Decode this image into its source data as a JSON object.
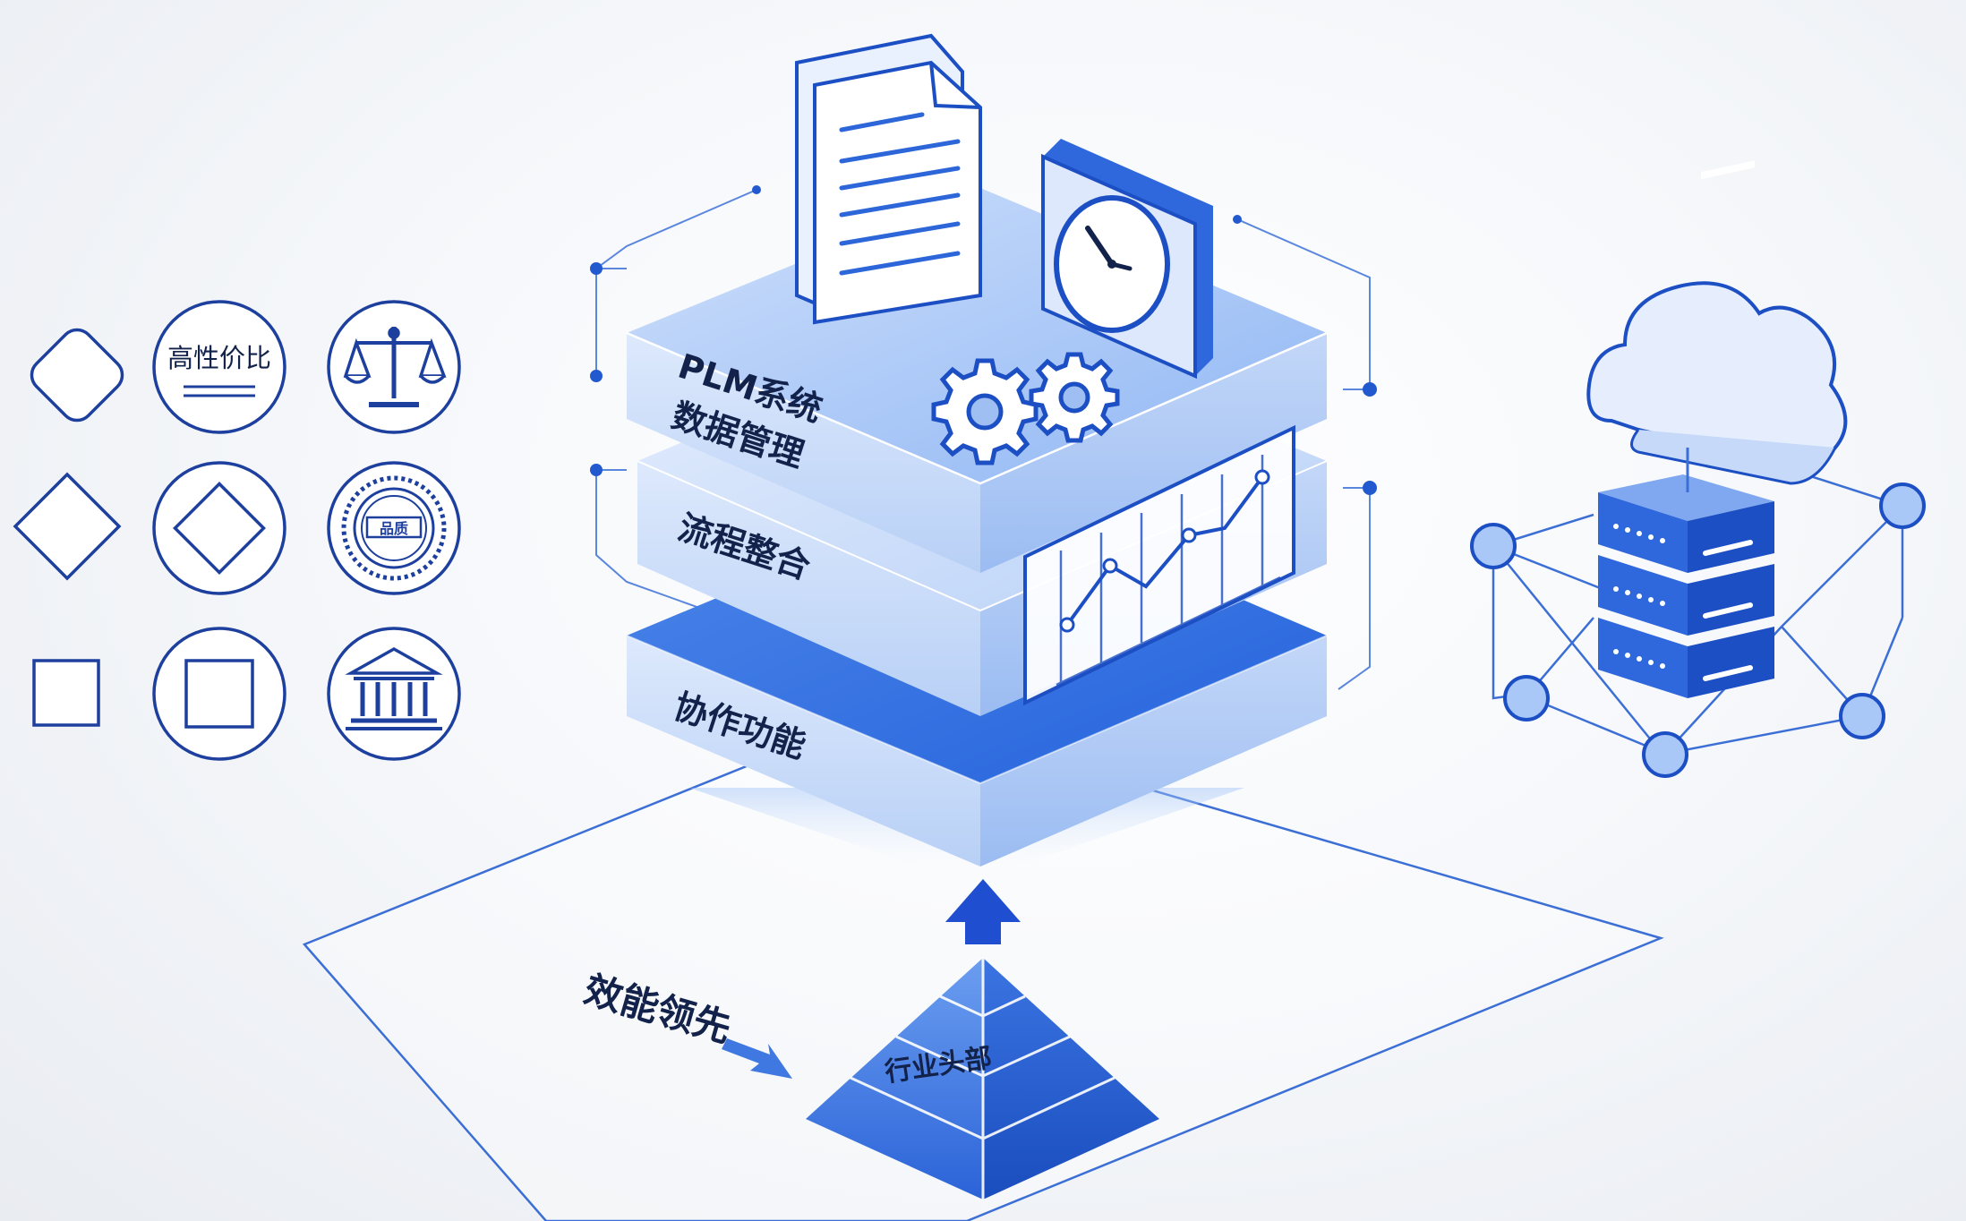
{
  "layers": {
    "top_title": "PLM系统",
    "top_subtitle": "数据管理",
    "middle": "流程整合",
    "bottom": "协作功能"
  },
  "left_icons": {
    "price_badge": "高性价比",
    "seal_text": "品质"
  },
  "pyramid": {
    "label": "行业头部",
    "arrow_label": "效能领先"
  },
  "icons": [
    "diamond-rounded-icon",
    "price-badge-icon",
    "scale-justice-icon",
    "diamond-icon",
    "diamond-circle-icon",
    "seal-icon",
    "square-icon",
    "square-circle-icon",
    "institution-icon",
    "document-icon",
    "clock-icon",
    "gear-icon",
    "line-chart-icon",
    "cloud-icon",
    "server-icon",
    "network-node-icon",
    "pyramid-icon",
    "up-arrow-icon",
    "right-arrow-icon"
  ],
  "colors": {
    "primary": "#1f5fd6",
    "outline": "#1d3f9e",
    "light": "#cfe0fb"
  }
}
